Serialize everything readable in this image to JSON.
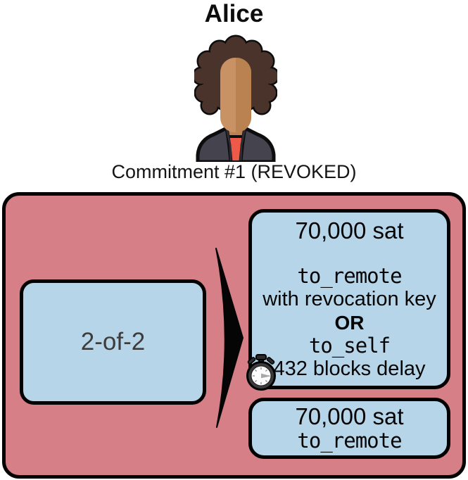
{
  "header": {
    "person_name": "Alice",
    "caption": "Commitment #1 (REVOKED)"
  },
  "funding_box": {
    "label": "2-of-2"
  },
  "outputs": {
    "delayed": {
      "amount": "70,000 sat",
      "script_path_1": "to_remote",
      "script_path_1_condition": "with revocation key",
      "operator": "OR",
      "script_path_2": "to_self",
      "script_path_2_condition": "432 blocks delay"
    },
    "remote": {
      "amount": "70,000 sat",
      "script": "to_remote"
    }
  },
  "icons": {
    "avatar": "woman-avatar-icon",
    "timer": "stopwatch-icon",
    "arrow": "flow-arrow-icon"
  },
  "colors": {
    "container_fill": "#d77f86",
    "node_fill": "#b7d5e9",
    "outline": "#000000",
    "hair": "#4a332a",
    "skin": "#c99264",
    "skin_shade": "#bb8251",
    "jacket": "#45434e",
    "shirt": "#ef5948"
  }
}
